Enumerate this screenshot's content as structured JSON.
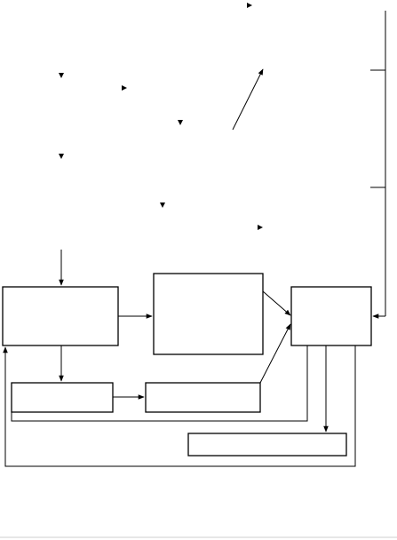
{
  "diagram": {
    "colors": {
      "stroke": "#000000",
      "background": "#ffffff",
      "footer_rule": "#cfcfcf"
    },
    "boxes": [
      {
        "id": "box-left",
        "label": ""
      },
      {
        "id": "box-center",
        "label": ""
      },
      {
        "id": "box-right",
        "label": ""
      },
      {
        "id": "box-lower-left",
        "label": ""
      },
      {
        "id": "box-lower-center",
        "label": ""
      },
      {
        "id": "box-bottom-wide",
        "label": ""
      }
    ]
  }
}
